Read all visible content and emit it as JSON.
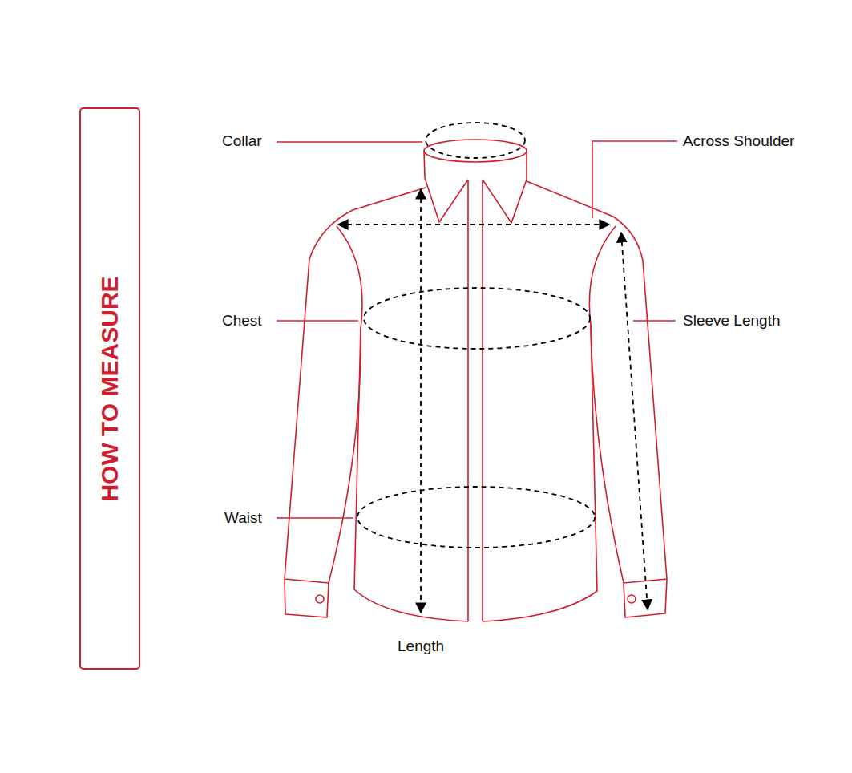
{
  "diagram": {
    "nodes": [
      {
        "text": [
          "HOW TO MEASURE"
        ]
      }
    ],
    "labels": [
      "Collar",
      "Across Shoulder",
      "Chest",
      "Sleeve Length",
      "Waist",
      "Length"
    ]
  }
}
